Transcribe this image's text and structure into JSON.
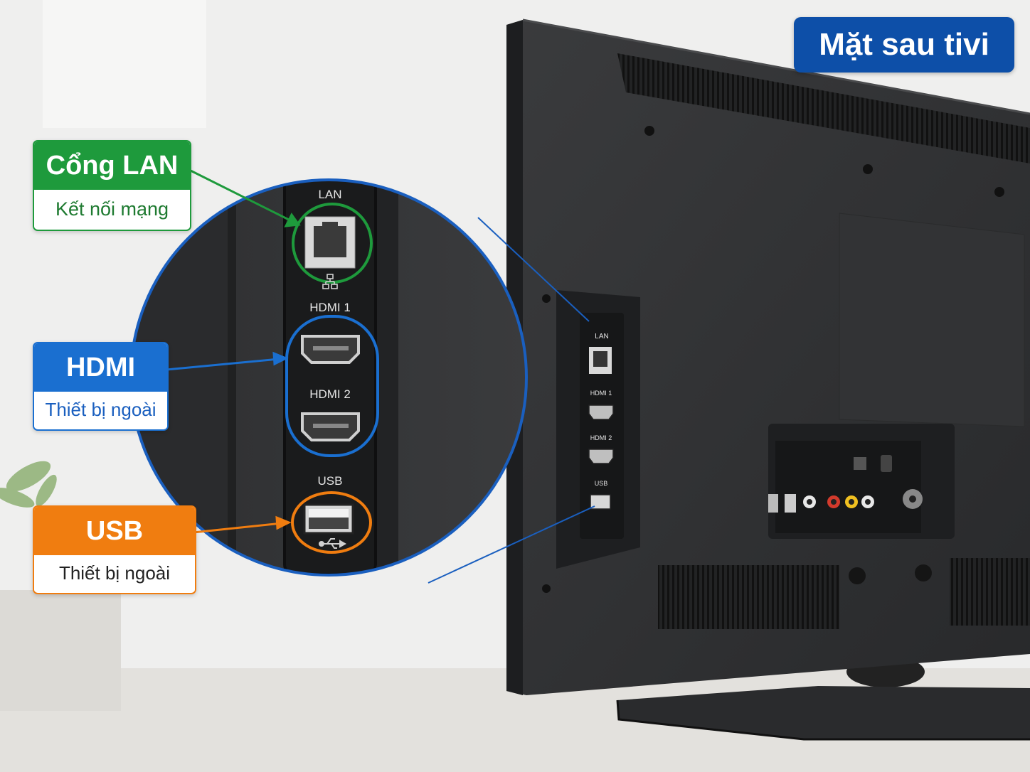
{
  "badge": {
    "title": "Mặt sau tivi",
    "color": "#0d4fa8"
  },
  "zoom_panel": {
    "labels": {
      "lan": "LAN",
      "hdmi1": "HDMI 1",
      "hdmi2": "HDMI 2",
      "usb": "USB"
    }
  },
  "tv_panel": {
    "labels": {
      "lan": "LAN",
      "hdmi1": "HDMI 1",
      "hdmi2": "HDMI 2",
      "usb": "USB"
    }
  },
  "callouts": {
    "lan": {
      "title": "Cổng LAN",
      "subtitle": "Kết nối mạng",
      "color": "#1e9a3c",
      "icon": "network-icon"
    },
    "hdmi": {
      "title": "HDMI",
      "subtitle": "Thiết bị ngoài",
      "color": "#1a6fd0",
      "icon": "hdmi-port-icon"
    },
    "usb": {
      "title": "USB",
      "subtitle": "Thiết bị ngoài",
      "color": "#f07d10",
      "icon": "usb-icon"
    }
  }
}
